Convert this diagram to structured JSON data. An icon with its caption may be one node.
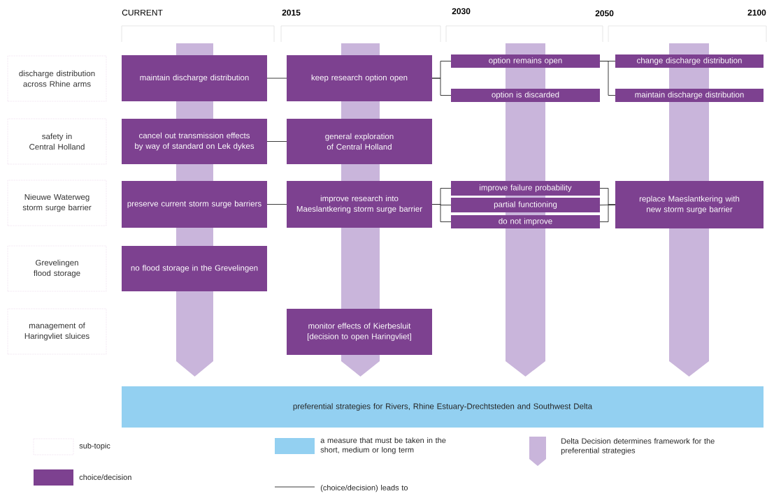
{
  "diagram": {
    "nodes": [
      {
        "text": [
          "discharge distribution across Rhine arms"
        ]
      },
      {
        "text": [
          "safety in Central Holland"
        ]
      },
      {
        "text": [
          "Nieuwe Waterweg storm surge barrier"
        ]
      },
      {
        "text": [
          "Grevelingen flood storage"
        ]
      },
      {
        "text": [
          "management of Haringvliet sluices"
        ]
      },
      {
        "text": [
          "maintain discharge distribution"
        ]
      },
      {
        "text": [
          "cancel out transmission effects by way of standard on Lek dykes"
        ]
      },
      {
        "text": [
          "preserve current storm surge barriers"
        ]
      },
      {
        "text": [
          "no flood storage in the Grevelingen"
        ]
      },
      {
        "text": [
          "keep research option open"
        ]
      },
      {
        "text": [
          "general exploration of Central Holland"
        ]
      },
      {
        "text": [
          "improve research into Maeslantkering storm surge barrier"
        ]
      },
      {
        "text": [
          "monitor effects of Kierbesluit [decision to open Haringvliet]"
        ]
      },
      {
        "text": [
          "option remains open"
        ]
      },
      {
        "text": [
          "option is discarded"
        ]
      },
      {
        "text": [
          "improve failure probability"
        ]
      },
      {
        "text": [
          "partial functioning"
        ]
      },
      {
        "text": [
          "do not improve"
        ]
      },
      {
        "text": [
          "change discharge distribution"
        ]
      },
      {
        "text": [
          "maintain discharge distribution"
        ]
      },
      {
        "text": [
          "replace Maeslantkering with new storm surge barrier"
        ]
      },
      {
        "text": [
          "preferential strategies for Rivers, Rhine Estuary-Drechtsteden and Southwest Delta"
        ]
      }
    ],
    "edges": [
      {
        "from": 5,
        "to": 9,
        "arrow": "none"
      },
      {
        "from": 6,
        "to": 10,
        "arrow": "none"
      },
      {
        "from": 7,
        "to": 11,
        "arrow": "none"
      },
      {
        "from": 9,
        "to": 13,
        "arrow": "none"
      },
      {
        "from": 9,
        "to": 14,
        "arrow": "none"
      },
      {
        "from": 11,
        "to": 15,
        "arrow": "none"
      },
      {
        "from": 11,
        "to": 16,
        "arrow": "none"
      },
      {
        "from": 11,
        "to": 17,
        "arrow": "none"
      },
      {
        "from": 13,
        "to": 18,
        "arrow": "none"
      },
      {
        "from": 13,
        "to": 19,
        "arrow": "none"
      },
      {
        "from": 15,
        "to": 20,
        "arrow": "none"
      },
      {
        "from": 16,
        "to": 20,
        "arrow": "none"
      },
      {
        "from": 17,
        "to": 20,
        "arrow": "none"
      }
    ],
    "labels": [
      "CURRENT",
      "2015",
      "2030",
      "2050",
      "2100"
    ],
    "legend": [
      {
        "text": "sub-topic"
      },
      {
        "text": "choice/decision",
        "color": "#7d4190"
      },
      {
        "text": "a measure that must be taken in the short, medium or long term",
        "color": "#93d0f1"
      },
      {
        "text": "Delta Decision determines framework for the preferential strategies"
      },
      {
        "text": "(choice/decision) leads to"
      }
    ]
  }
}
